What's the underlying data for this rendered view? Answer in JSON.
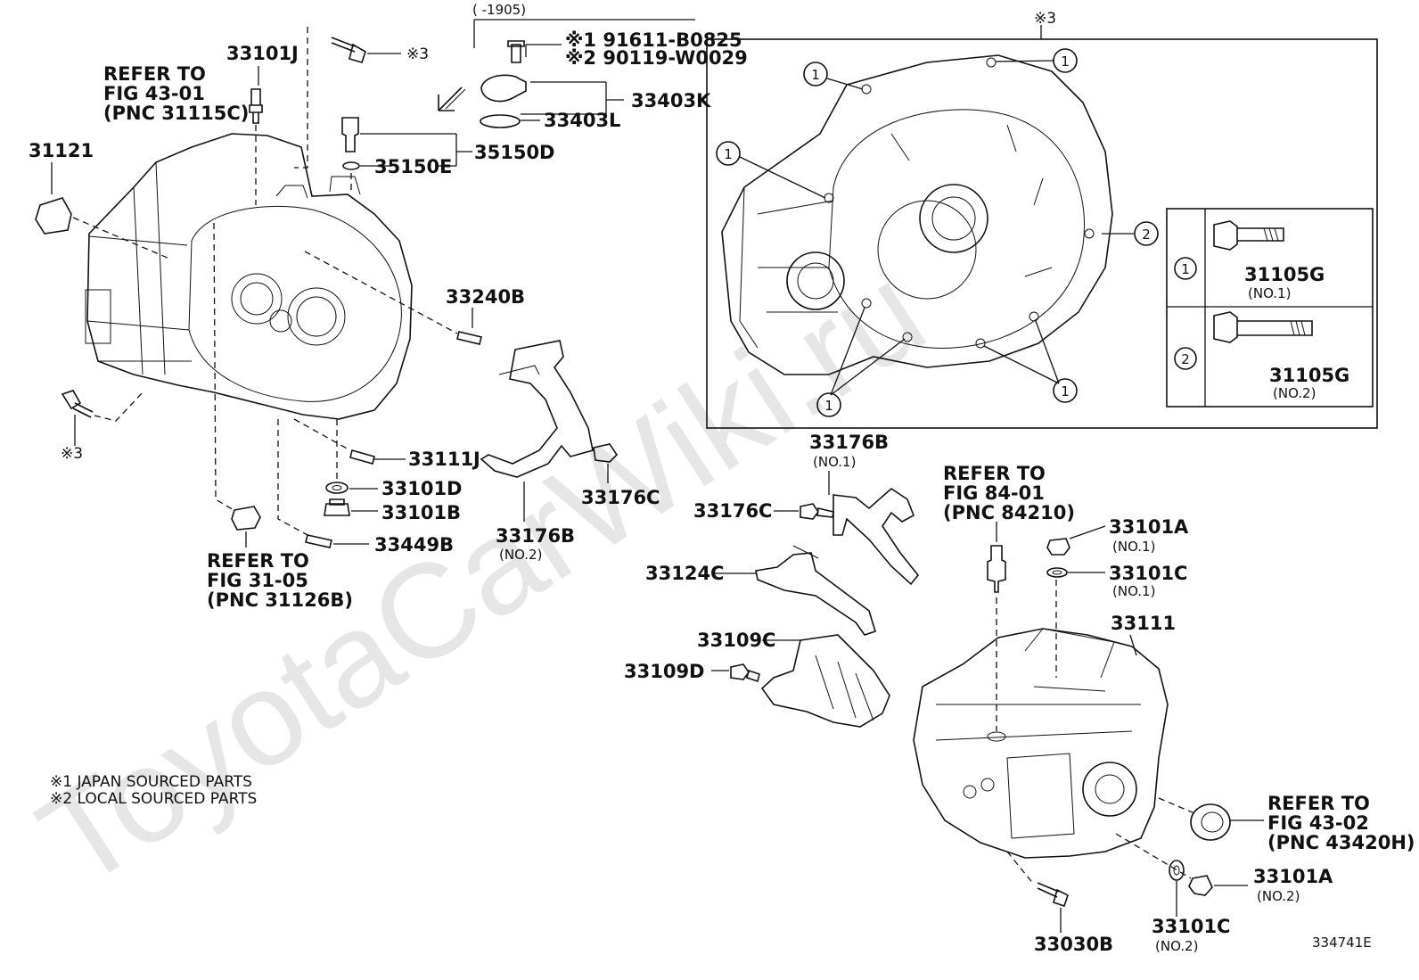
{
  "watermark": "ToyotaCarWiki.ru",
  "diagram_id": "334741E",
  "date_note": "(     -1905)",
  "notes": [
    "※1 JAPAN SOURCED PARTS",
    "※2 LOCAL SOURCED PARTS"
  ],
  "mark3": "※3",
  "callout_1": "1",
  "callout_2": "2",
  "bolt_table": [
    {
      "no": "1",
      "part": "31105G",
      "sub": "(NO.1)"
    },
    {
      "no": "2",
      "part": "31105G",
      "sub": "(NO.2)"
    }
  ],
  "refs": {
    "fig_43_01": [
      "REFER TO",
      "FIG 43-01",
      "(PNC 31115C)"
    ],
    "fig_31_05": [
      "REFER TO",
      "FIG 31-05",
      "(PNC 31126B)"
    ],
    "fig_84_01": [
      "REFER TO",
      "FIG 84-01",
      "(PNC 84210)"
    ],
    "fig_43_02": [
      "REFER TO",
      "FIG 43-02",
      "(PNC 43420H)"
    ]
  },
  "labels": {
    "p33101J": "33101J",
    "p31121": "31121",
    "p91611": "※1 91611-B0825",
    "p90119": "※2 90119-W0029",
    "p33403K": "33403K",
    "p33403L": "33403L",
    "p35150D": "35150D",
    "p35150E": "35150E",
    "p33240B": "33240B",
    "p33111J": "33111J",
    "p33101D": "33101D",
    "p33101B": "33101B",
    "p33449B": "33449B",
    "p33176C_a": "33176C",
    "p33176B_a": "33176B",
    "p33176B_a_sub": "(NO.2)",
    "p33176B_b": "33176B",
    "p33176B_b_sub": "(NO.1)",
    "p33176C_b": "33176C",
    "p33124C": "33124C",
    "p33109C": "33109C",
    "p33109D": "33109D",
    "p33101A_1": "33101A",
    "p33101A_1_sub": "(NO.1)",
    "p33101C_1": "33101C",
    "p33101C_1_sub": "(NO.1)",
    "p33111": "33111",
    "p33101A_2": "33101A",
    "p33101A_2_sub": "(NO.2)",
    "p33101C_2": "33101C",
    "p33101C_2_sub": "(NO.2)",
    "p33030B": "33030B"
  }
}
